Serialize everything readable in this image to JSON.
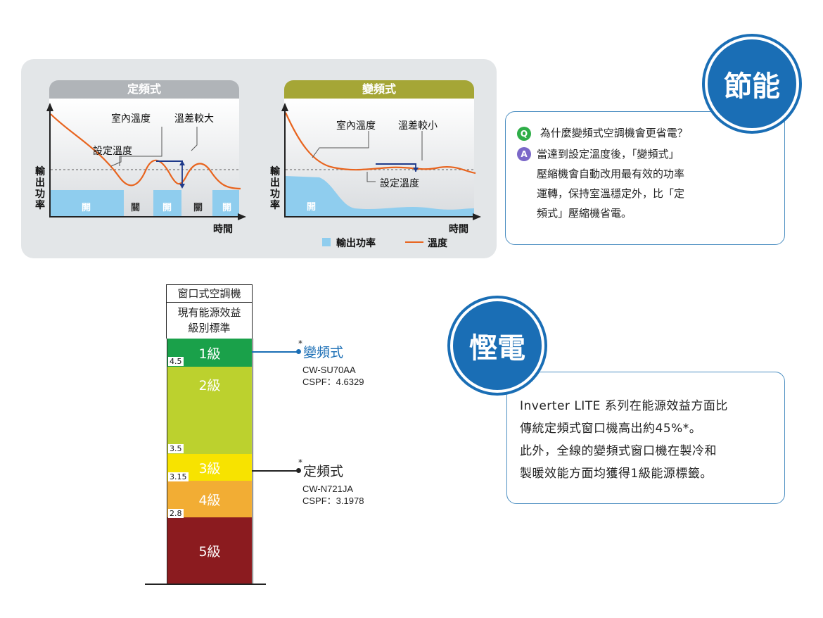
{
  "comparison": {
    "fixed": {
      "title": "定頻式",
      "indoor_temp": "室內溫度",
      "temp_diff": "溫差較大",
      "set_temp": "設定溫度",
      "y_label": "輸出功率",
      "x_label": "時間",
      "segments": [
        "開",
        "關",
        "開",
        "關",
        "開"
      ]
    },
    "inverter": {
      "title": "變頻式",
      "indoor_temp": "室內溫度",
      "temp_diff": "溫差較小",
      "set_temp": "設定溫度",
      "y_label": "輸出功率",
      "x_label": "時間",
      "segments": [
        "開"
      ]
    },
    "legend": {
      "power": "輸出功率",
      "temp": "溫度"
    },
    "colors": {
      "fixed_tab": "#b0b4b8",
      "inverter_tab": "#a5a636",
      "power_fill": "#8fcdee",
      "temp_line": "#e8641e"
    }
  },
  "save_energy": {
    "badge": "節能",
    "q_icon": "Q",
    "a_icon": "A",
    "question": "為什麼變頻式空調機會更省電？",
    "answer_lines": [
      "當達到設定溫度後，「變頻式」",
      "壓縮機會自動改用最有效的功率",
      "運轉，保持室溫穩定外，比「定",
      "頻式」壓縮機省電。"
    ]
  },
  "save_power": {
    "badge": "慳電",
    "lines": [
      "Inverter LITE 系列在能源效益方面比",
      "傳統定頻式窗口機高出約45%*。",
      "此外，全線的變頻式窗口機在製冷和",
      "製暖效能方面均獲得1級能源標籤。"
    ]
  },
  "energy_scale": {
    "header1": "窗口式空調機",
    "header2_line1": "現有能源效益",
    "header2_line2": "級別標準",
    "levels": [
      {
        "label": "1級",
        "color": "#1aa14a"
      },
      {
        "label": "2級",
        "color": "#bcd12e"
      },
      {
        "label": "3級",
        "color": "#f7e300"
      },
      {
        "label": "4級",
        "color": "#f2ad34"
      },
      {
        "label": "5級",
        "color": "#8b1b1f"
      }
    ],
    "thresholds": [
      "4.5",
      "3.5",
      "3.15",
      "2.8"
    ],
    "inverter_model": {
      "asterisk": "*",
      "name": "變頻式",
      "model": "CW-SU70AA",
      "cspf": "CSPF：4.6329"
    },
    "fixed_model": {
      "asterisk": "*",
      "name": "定頻式",
      "model": "CW-N721JA",
      "cspf": "CSPF：3.1978"
    }
  }
}
